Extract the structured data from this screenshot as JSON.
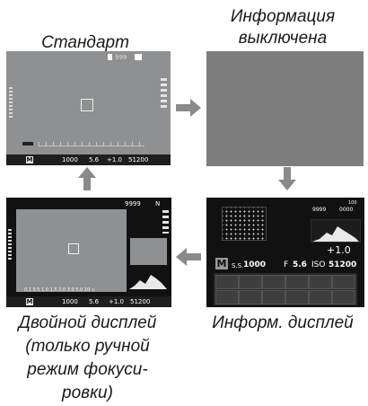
{
  "captions": {
    "standard": "Стандарт",
    "info_off_1": "Информация",
    "info_off_2": "выключена",
    "dual_1": "Двойной дисплей",
    "dual_2": "(только ручной",
    "dual_3": "режим фокуси-",
    "dual_4": "ровки)",
    "info_display": "Информ. дисплей"
  },
  "standard_screen": {
    "mode": "M",
    "shutter": "1000",
    "aperture": "5.6",
    "exposure_comp": "+1.0",
    "iso": "51200",
    "frames": "999",
    "colors": {
      "bg": "#8f9091",
      "bar": "#1e1e1e"
    }
  },
  "dual_screen": {
    "mode": "M",
    "shutter": "1000",
    "aperture": "5.6",
    "exposure_comp": "+1.0",
    "iso": "51200",
    "frames": "9999",
    "quality": "N",
    "scale": "0.1  0.5  1.0  1.5  2.0  3.0  5.0  10  ∞"
  },
  "info_screen": {
    "frames_a": "9999",
    "frames_b": "0000",
    "exposure_comp": "+1.0",
    "mode": "M",
    "shutter_label": "S.S.",
    "shutter": "1000",
    "aperture_label": "F",
    "aperture": "5.6",
    "iso_label": "ISO",
    "iso": "51200",
    "battery": "100"
  },
  "colors": {
    "arrow": "#8a8a8a",
    "blank_screen": "#7d7d7d",
    "dark_screen": "#111111"
  }
}
